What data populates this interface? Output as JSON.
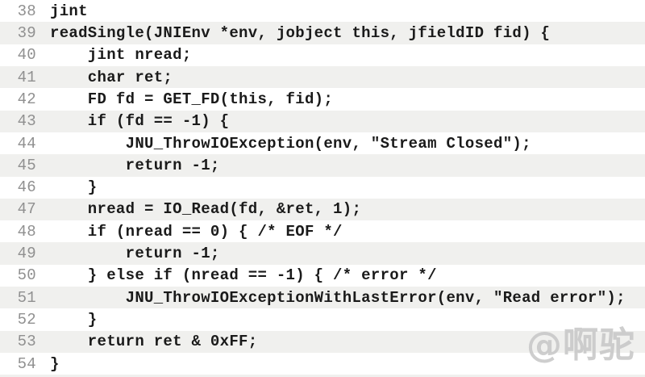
{
  "editor": {
    "description": "code-listing",
    "language": "c",
    "lines": [
      {
        "number": 38,
        "code": "jint"
      },
      {
        "number": 39,
        "code": "readSingle(JNIEnv *env, jobject this, jfieldID fid) {"
      },
      {
        "number": 40,
        "code": "    jint nread;"
      },
      {
        "number": 41,
        "code": "    char ret;"
      },
      {
        "number": 42,
        "code": "    FD fd = GET_FD(this, fid);"
      },
      {
        "number": 43,
        "code": "    if (fd == -1) {"
      },
      {
        "number": 44,
        "code": "        JNU_ThrowIOException(env, \"Stream Closed\");"
      },
      {
        "number": 45,
        "code": "        return -1;"
      },
      {
        "number": 46,
        "code": "    }"
      },
      {
        "number": 47,
        "code": "    nread = IO_Read(fd, &ret, 1);"
      },
      {
        "number": 48,
        "code": "    if (nread == 0) { /* EOF */"
      },
      {
        "number": 49,
        "code": "        return -1;"
      },
      {
        "number": 50,
        "code": "    } else if (nread == -1) { /* error */"
      },
      {
        "number": 51,
        "code": "        JNU_ThrowIOExceptionWithLastError(env, \"Read error\");"
      },
      {
        "number": 52,
        "code": "    }"
      },
      {
        "number": 53,
        "code": "    return ret & 0xFF;"
      },
      {
        "number": 54,
        "code": "}"
      }
    ],
    "first_line_number": 38,
    "last_line_number": 54
  },
  "watermark": {
    "text": "@啊驼"
  },
  "colors": {
    "background": "#ffffff",
    "stripe": "#f0f0ee",
    "line_number": "#909090",
    "code_text": "#1a1a1a",
    "watermark": "#c9c9c9"
  }
}
